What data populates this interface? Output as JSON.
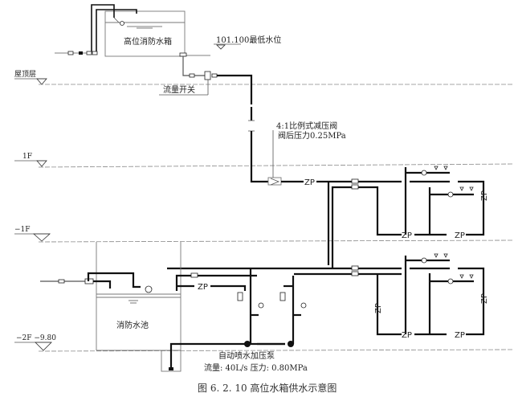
{
  "diagram": {
    "tank_label": "高位消防水箱",
    "min_water_level": "101.100最低水位",
    "flow_switch": "流量开关",
    "prv_line1": "4:1比例式减压阀",
    "prv_line2": "阀后压力0.25MPa",
    "pool_label": "消防水池",
    "pump_label": "自动喷水加压泵",
    "pump_spec": "流量: 40L/s  压力: 0.80MPa",
    "pipe_code": "ZP",
    "caption": "图 6. 2. 10    高位水箱供水示意图",
    "levels": [
      {
        "label": "屋顶层"
      },
      {
        "label": "1F"
      },
      {
        "label": "−1F"
      },
      {
        "label": "−2F  −9.80"
      }
    ]
  },
  "colors": {
    "pipe": "#111111",
    "outline": "#777777",
    "dashed_level": "#888888"
  }
}
